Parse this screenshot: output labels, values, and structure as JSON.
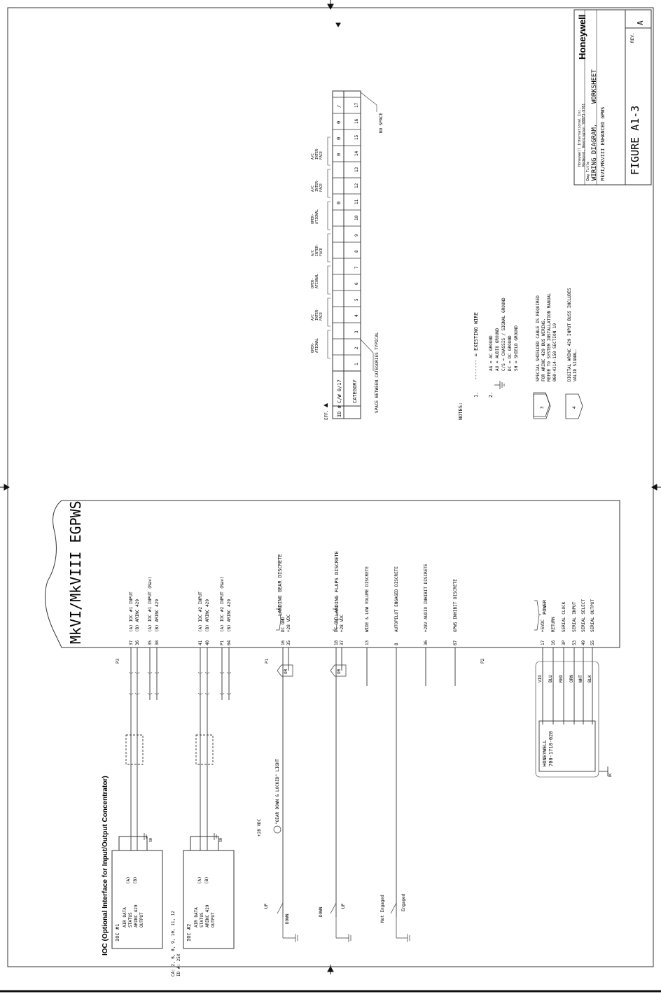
{
  "title_block": {
    "brand": "Honeywell",
    "company_line1": "Honeywell International Inc.",
    "company_line2": "Redmond, Washington 98073-9701",
    "dwg_title_label": "Dwg Title",
    "title_line1": "WIRING DIAGRAM,",
    "title_line2": "WORKSHEET",
    "title_line3": "MkVI/MkVIII ENHANCED GPWS",
    "figure": "FIGURE A1-3",
    "rev_label": "REV.",
    "rev": "A"
  },
  "worksheet": {
    "id_label": "ID #",
    "cw_label": "C/W 0/17",
    "category_label": "CATEGORY",
    "eff_label": "EFF.",
    "columns": [
      "1",
      "2",
      "3",
      "4",
      "5",
      "6",
      "7",
      "8",
      "9",
      "10",
      "11",
      "12",
      "13",
      "14",
      "15",
      "16",
      "17"
    ],
    "top_row_values": [
      "",
      "",
      "",
      "",
      "",
      "",
      "",
      "",
      "",
      "",
      "",
      "0",
      "",
      "",
      "0",
      "0",
      "0",
      "/"
    ],
    "headers": [
      {
        "text": "OPER- ATIONAL"
      },
      {
        "text": "A/C INTER- FACE"
      },
      {
        "text": "OPER- ATIONAL"
      },
      {
        "text": "A/C INTER- FACE"
      },
      {
        "text": "OPER- ATIONAL"
      },
      {
        "text": "A/C INTER- FACE"
      },
      {
        "text": "A/C INTER- FACE"
      }
    ],
    "space_between": "SPACE BETWEEN CATEGORIES TYPICAL",
    "no_space": "NO SPACE"
  },
  "notes": {
    "heading": "NOTES:",
    "n1_num": "1.",
    "n1_text": "------- = EXISTING WIRE",
    "n2_num": "2.",
    "n2_lines": [
      "AG = AC GROUND",
      "AU = AUDIO GROUND",
      "C/S = CHASSIS / SIGNAL GROUND",
      "DC = DC GROUND",
      "SH = SHIELD GROUND"
    ],
    "n3_num": "3",
    "n3_lines": [
      "SPECIAL SHIELDED CABLE IS REQUIRED",
      "FOR ARINC 429 BUS WIRING.",
      "REFER TO SYSTEM INSTALLATION MANUAL",
      "060-4314-150 SECTION 19"
    ],
    "n4_num": "4",
    "n4_lines": [
      "DIGITAL ARINC 429 INPUT BUSS INCLUDES",
      "VALID SIGNAL."
    ]
  },
  "unit": {
    "name": "MkVI/MkVIII EGPWS",
    "connector_p1": "P1",
    "connector_p2": "P2",
    "connector_p3": "P3",
    "pins": [
      {
        "pin": "37",
        "desc": "(A)  IOC #1 INPUT"
      },
      {
        "pin": "36",
        "desc": "(B)  ARINC 429"
      },
      {
        "pin": "35",
        "desc": "(A)  IOC #1 INPUT (Nav)"
      },
      {
        "pin": "38",
        "desc": "(B)  ARINC 429"
      },
      {
        "pin": "41",
        "desc": "(A)  IOC #2 INPUT"
      },
      {
        "pin": "40",
        "desc": "(B)  ARINC 429"
      },
      {
        "pin": "P1",
        "desc": "(A)  IOC #2 INPUT (Nav)"
      },
      {
        "pin": "04",
        "desc": "(B)  ARINC 429"
      },
      {
        "pin": "16",
        "desc": "DC GND"
      },
      {
        "pin": "35",
        "desc": "+28 VDC"
      },
      {
        "pin": "18",
        "desc": "DC GND"
      },
      {
        "pin": "37",
        "desc": "+28 VDC"
      },
      {
        "pin": "13",
        "desc": "WIDE & LOW VOLUME DISCRETE"
      },
      {
        "pin": "8",
        "desc": "AUTOPILOT ENGAGED DISCRETE"
      },
      {
        "pin": "36",
        "desc": "+28V AUDIO INHIBIT DISCRETE"
      },
      {
        "pin": "67",
        "desc": "GPWS INHIBIT DISCRETE"
      },
      {
        "pin": "17",
        "desc": "+5VDC"
      },
      {
        "pin": "16",
        "desc": "RETURN"
      },
      {
        "pin": "3P",
        "desc": "SERIAL CLOCK"
      },
      {
        "pin": "53",
        "desc": "SERIAL INPUT"
      },
      {
        "pin": "49",
        "desc": "SERIAL SELECT"
      },
      {
        "pin": "55",
        "desc": "SERIAL OUTPUT"
      }
    ],
    "landing_gear": "LANDING GEAR DISCRETE",
    "landing_flaps": "LANDING FLAPS DISCRETE",
    "power": "POWER",
    "or_label": "OR",
    "wire_colors": [
      "VIO",
      "BLU",
      "RED",
      "ORN",
      "WHT",
      "BLK"
    ]
  },
  "ioc": {
    "heading": "IOC (Optional Interface for Input/Output Concentrator)",
    "box1_title": "IOC #1",
    "box1_lines": [
      "AIR DATA",
      "STATUS",
      "ARINC 429",
      "OUTPUT"
    ],
    "box2_title": "IOC #2",
    "box2_lines": [
      "AIR DATA",
      "STATUS",
      "ARINC 429",
      "OUTPUT"
    ],
    "pin_a": "(A)",
    "pin_b": "(B)",
    "sh": "SH",
    "ca_note1": "CA: 2, 6, 8, 9, 10, 11, 12",
    "ca_note2": "ID #: 25X"
  },
  "discretes": {
    "vdc": "+28 VDC",
    "light": "\"GEAR DOWN & LOCKED\" LIGHT",
    "up": "UP",
    "down": "DOWN",
    "not_engaged": "Not Engaged",
    "engaged": "Engaged"
  },
  "prom": {
    "title1": "HONEYWELL",
    "title2": "700-1710-020",
    "dc": "DC"
  }
}
